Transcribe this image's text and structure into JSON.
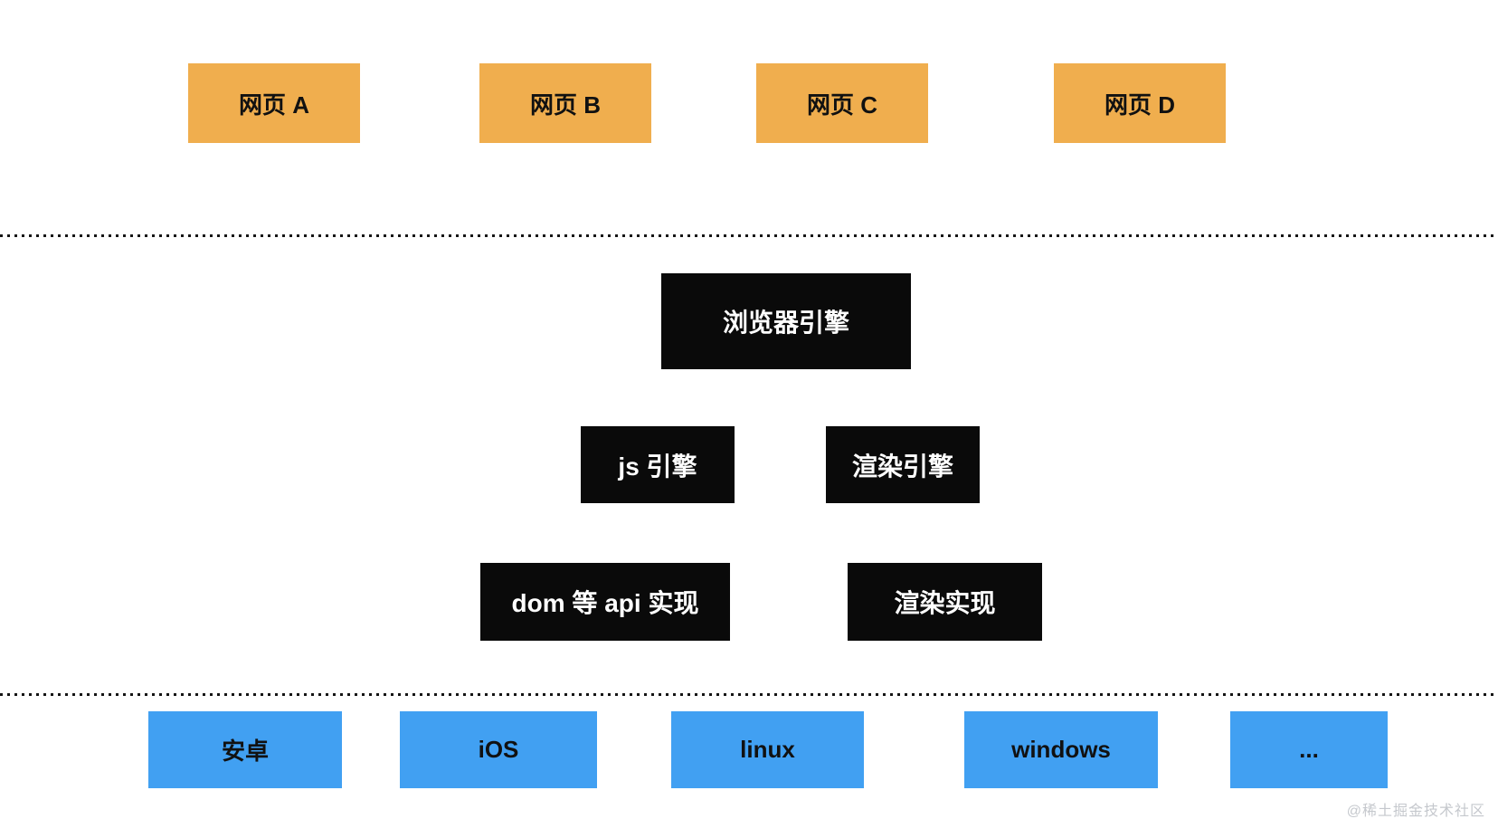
{
  "diagram": {
    "layers": {
      "web_pages": {
        "items": [
          {
            "label": "网页 A"
          },
          {
            "label": "网页 B"
          },
          {
            "label": "网页 C"
          },
          {
            "label": "网页 D"
          }
        ]
      },
      "browser": {
        "engine_label": "浏览器引擎",
        "engines": [
          {
            "label": "js 引擎"
          },
          {
            "label": "渲染引擎"
          }
        ],
        "implementations": [
          {
            "label": "dom 等 api 实现"
          },
          {
            "label": "渲染实现"
          }
        ]
      },
      "platforms": {
        "items": [
          {
            "label": "安卓"
          },
          {
            "label": "iOS"
          },
          {
            "label": "linux"
          },
          {
            "label": "windows"
          },
          {
            "label": "..."
          }
        ]
      }
    },
    "watermark": "@稀土掘金技术社区",
    "colors": {
      "web_page_box": "#F0AE4E",
      "engine_box": "#0a0a0a",
      "platform_box": "#41A0F2",
      "separator_dot": "#151515",
      "watermark_text": "#c5c8cd"
    }
  }
}
